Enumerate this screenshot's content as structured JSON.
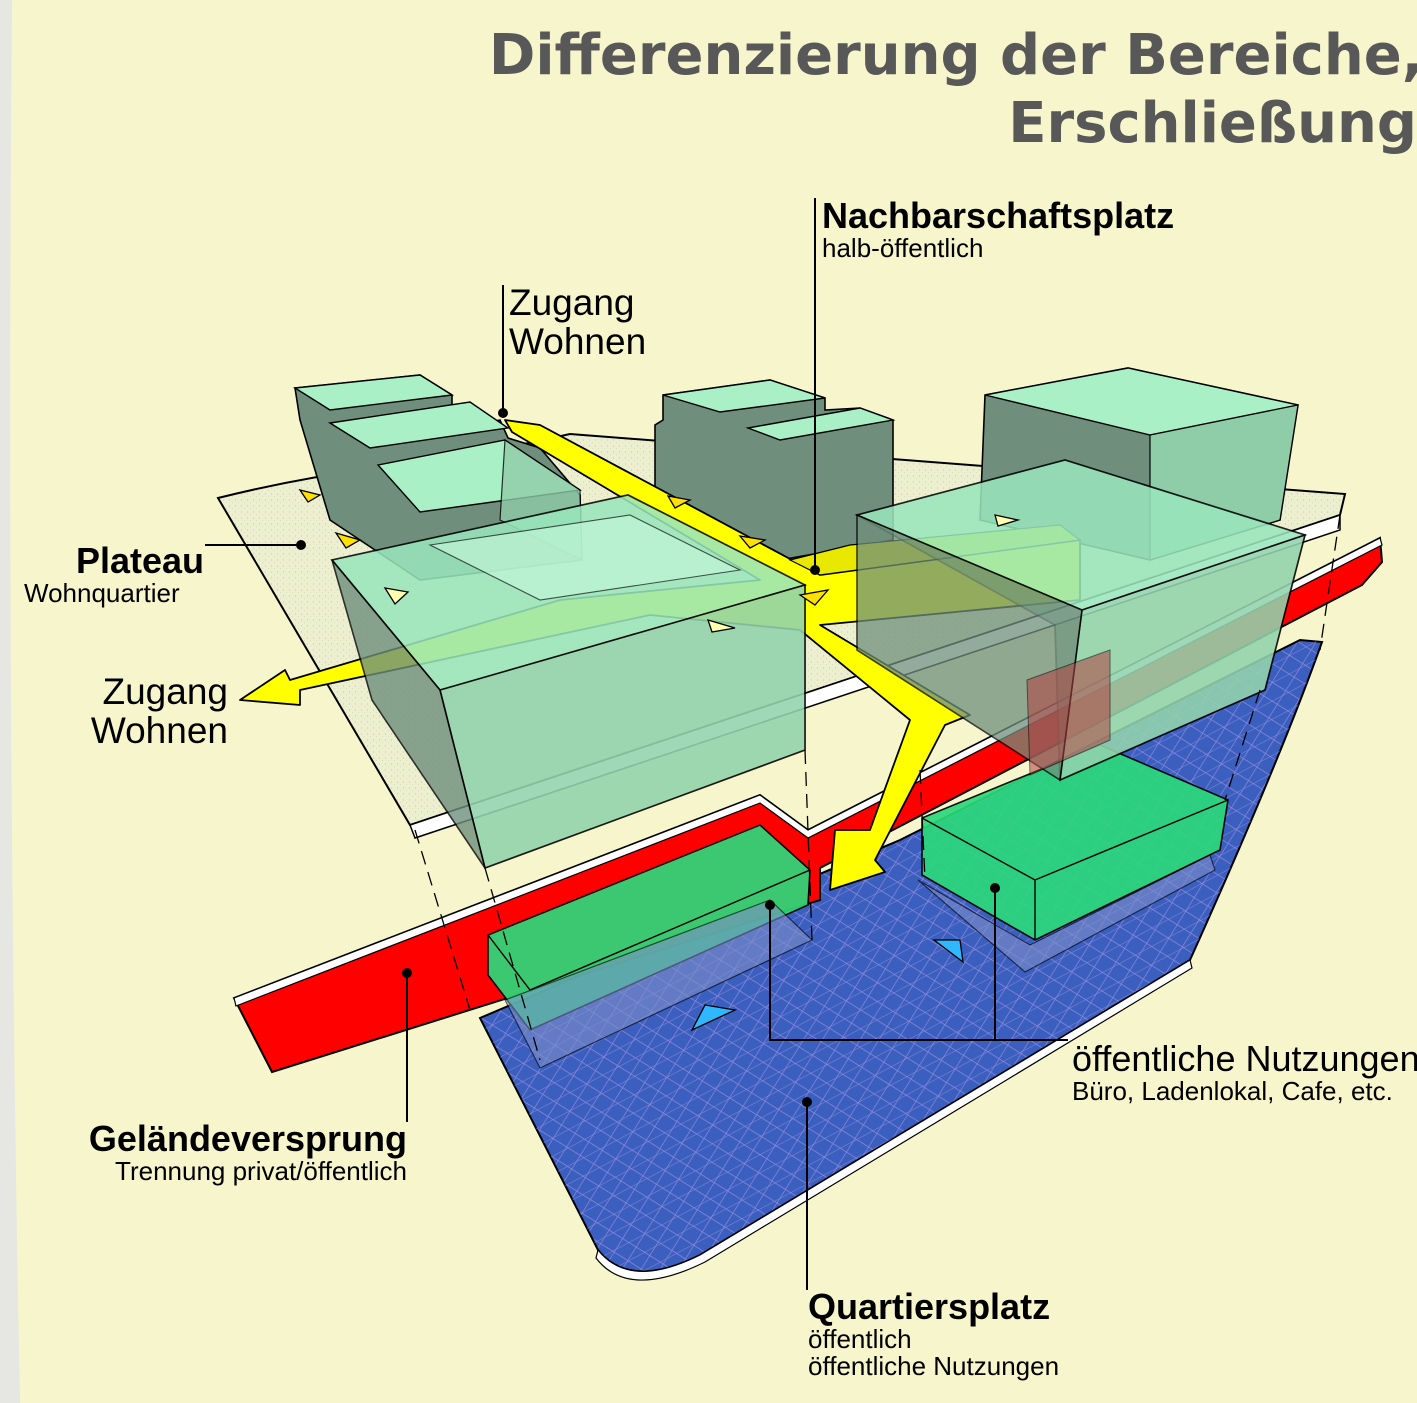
{
  "title": {
    "line1": "Differenzierung der Bereiche,",
    "line2": "Erschließung"
  },
  "labels": {
    "nachbarschaftsplatz": {
      "head": "Nachbarschaftsplatz",
      "sub": "halb-öffentlich"
    },
    "zugang_top": {
      "line1": "Zugang",
      "line2": "Wohnen"
    },
    "plateau": {
      "head": "Plateau",
      "sub": "Wohnquartier"
    },
    "zugang_left": {
      "line1": "Zugang",
      "line2": "Wohnen"
    },
    "nutzungen": {
      "head": "öffentliche Nutzungen",
      "sub": "Büro, Ladenlokal, Cafe, etc."
    },
    "gelaendeversprung": {
      "head": "Geländeversprung",
      "sub": "Trennung privat/öffentlich"
    },
    "quartiersplatz": {
      "head": "Quartiersplatz",
      "sub1": "öffentlich",
      "sub2": "öffentliche Nutzungen"
    }
  },
  "colors": {
    "paper": "#f7f5cc",
    "plateau": "#efefce",
    "building": "#9fe8c0",
    "wall": "#ff0000",
    "plaza": "#3b5fbf",
    "commercial": "#2bd97a",
    "path": "#ffff00",
    "entrance_public": "#2fb8ff"
  },
  "icons": {
    "path_arrow": "yellow-arrow",
    "public_entrance": "cyan-triangle",
    "residential_entrance": "yellow-triangle"
  }
}
